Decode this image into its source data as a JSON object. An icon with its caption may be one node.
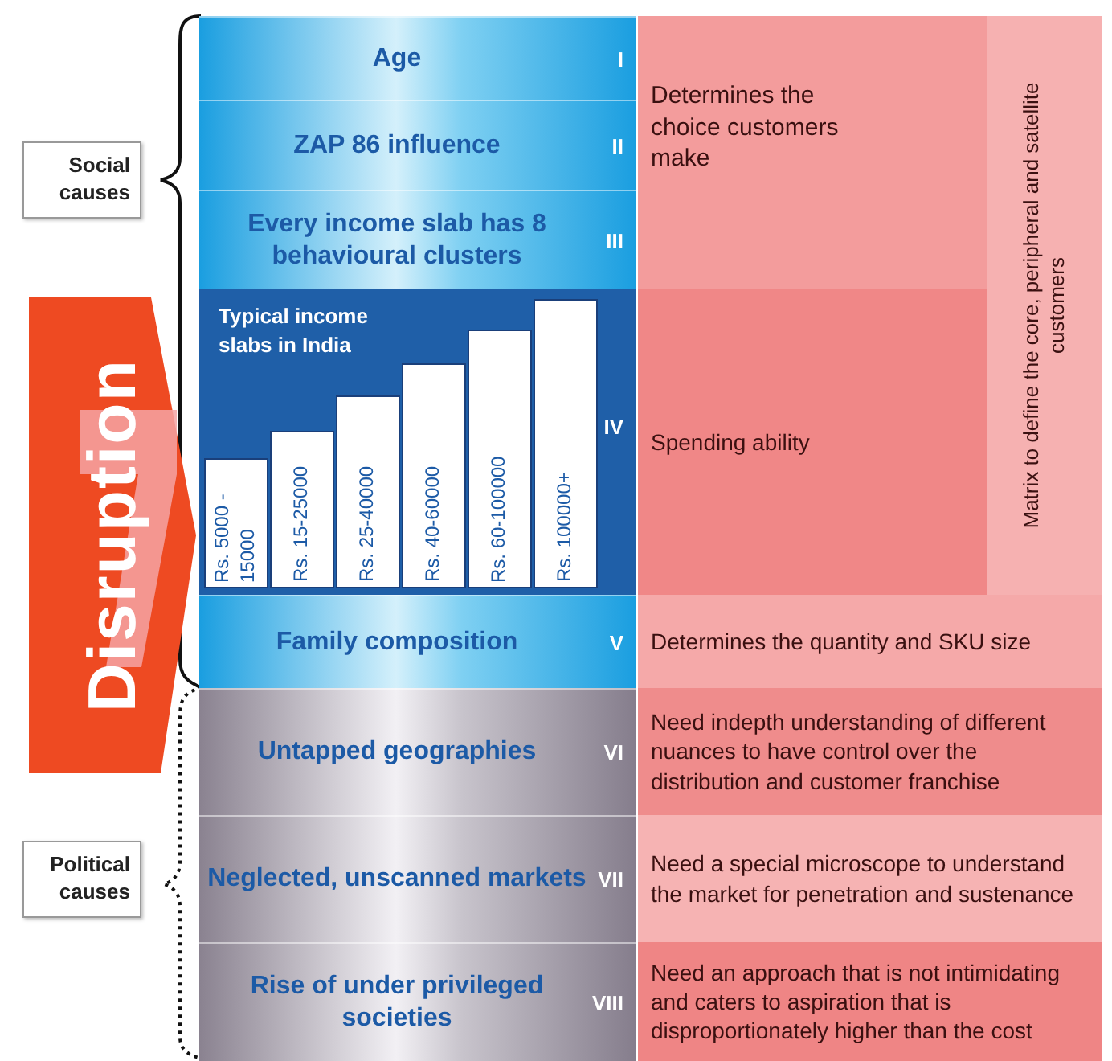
{
  "diagram": {
    "nodes": [
      {
        "text": [
          "Social causes"
        ]
      },
      {
        "text": [
          "Political causes"
        ]
      },
      {
        "text": [
          "Disruption"
        ]
      },
      {
        "text": [
          "Age",
          "I"
        ]
      },
      {
        "text": [
          "ZAP 86 influence",
          "II"
        ]
      },
      {
        "text": [
          "Every income slab has 8 behavioural clusters",
          "III"
        ]
      },
      {
        "text": [
          "Typical income slabs in India",
          "IV"
        ]
      },
      {
        "text": [
          "Rs. 5000 - 15000"
        ],
        "in": 6
      },
      {
        "text": [
          "Rs. 15-25000"
        ],
        "in": 6
      },
      {
        "text": [
          "Rs. 25-40000"
        ],
        "in": 6
      },
      {
        "text": [
          "Rs. 40-60000"
        ],
        "in": 6
      },
      {
        "text": [
          "Rs. 60-100000"
        ],
        "in": 6
      },
      {
        "text": [
          "Rs. 100000+"
        ],
        "in": 6
      },
      {
        "text": [
          "Family composition",
          "V"
        ]
      },
      {
        "text": [
          "Untapped geographies",
          "VI"
        ]
      },
      {
        "text": [
          "Neglected, unscanned markets",
          "VII"
        ]
      },
      {
        "text": [
          "Rise of under privileged societies",
          "VIII"
        ]
      },
      {
        "text": [
          "Determines the choice customers make"
        ]
      },
      {
        "text": [
          "Spending ability"
        ]
      },
      {
        "text": [
          "Matrix to define the core, peripheral and satellite customers"
        ]
      },
      {
        "text": [
          "Determines the quantity and SKU size"
        ]
      },
      {
        "text": [
          "Need indepth understanding of different nuances to have control over the distribution and customer franchise"
        ]
      },
      {
        "text": [
          "Need a special microscope to understand the market for penetration and sustenance"
        ]
      },
      {
        "text": [
          "Need an approach that is not intimidating and caters to aspiration that is disproportionately higher than the cost"
        ]
      }
    ],
    "edges": []
  }
}
